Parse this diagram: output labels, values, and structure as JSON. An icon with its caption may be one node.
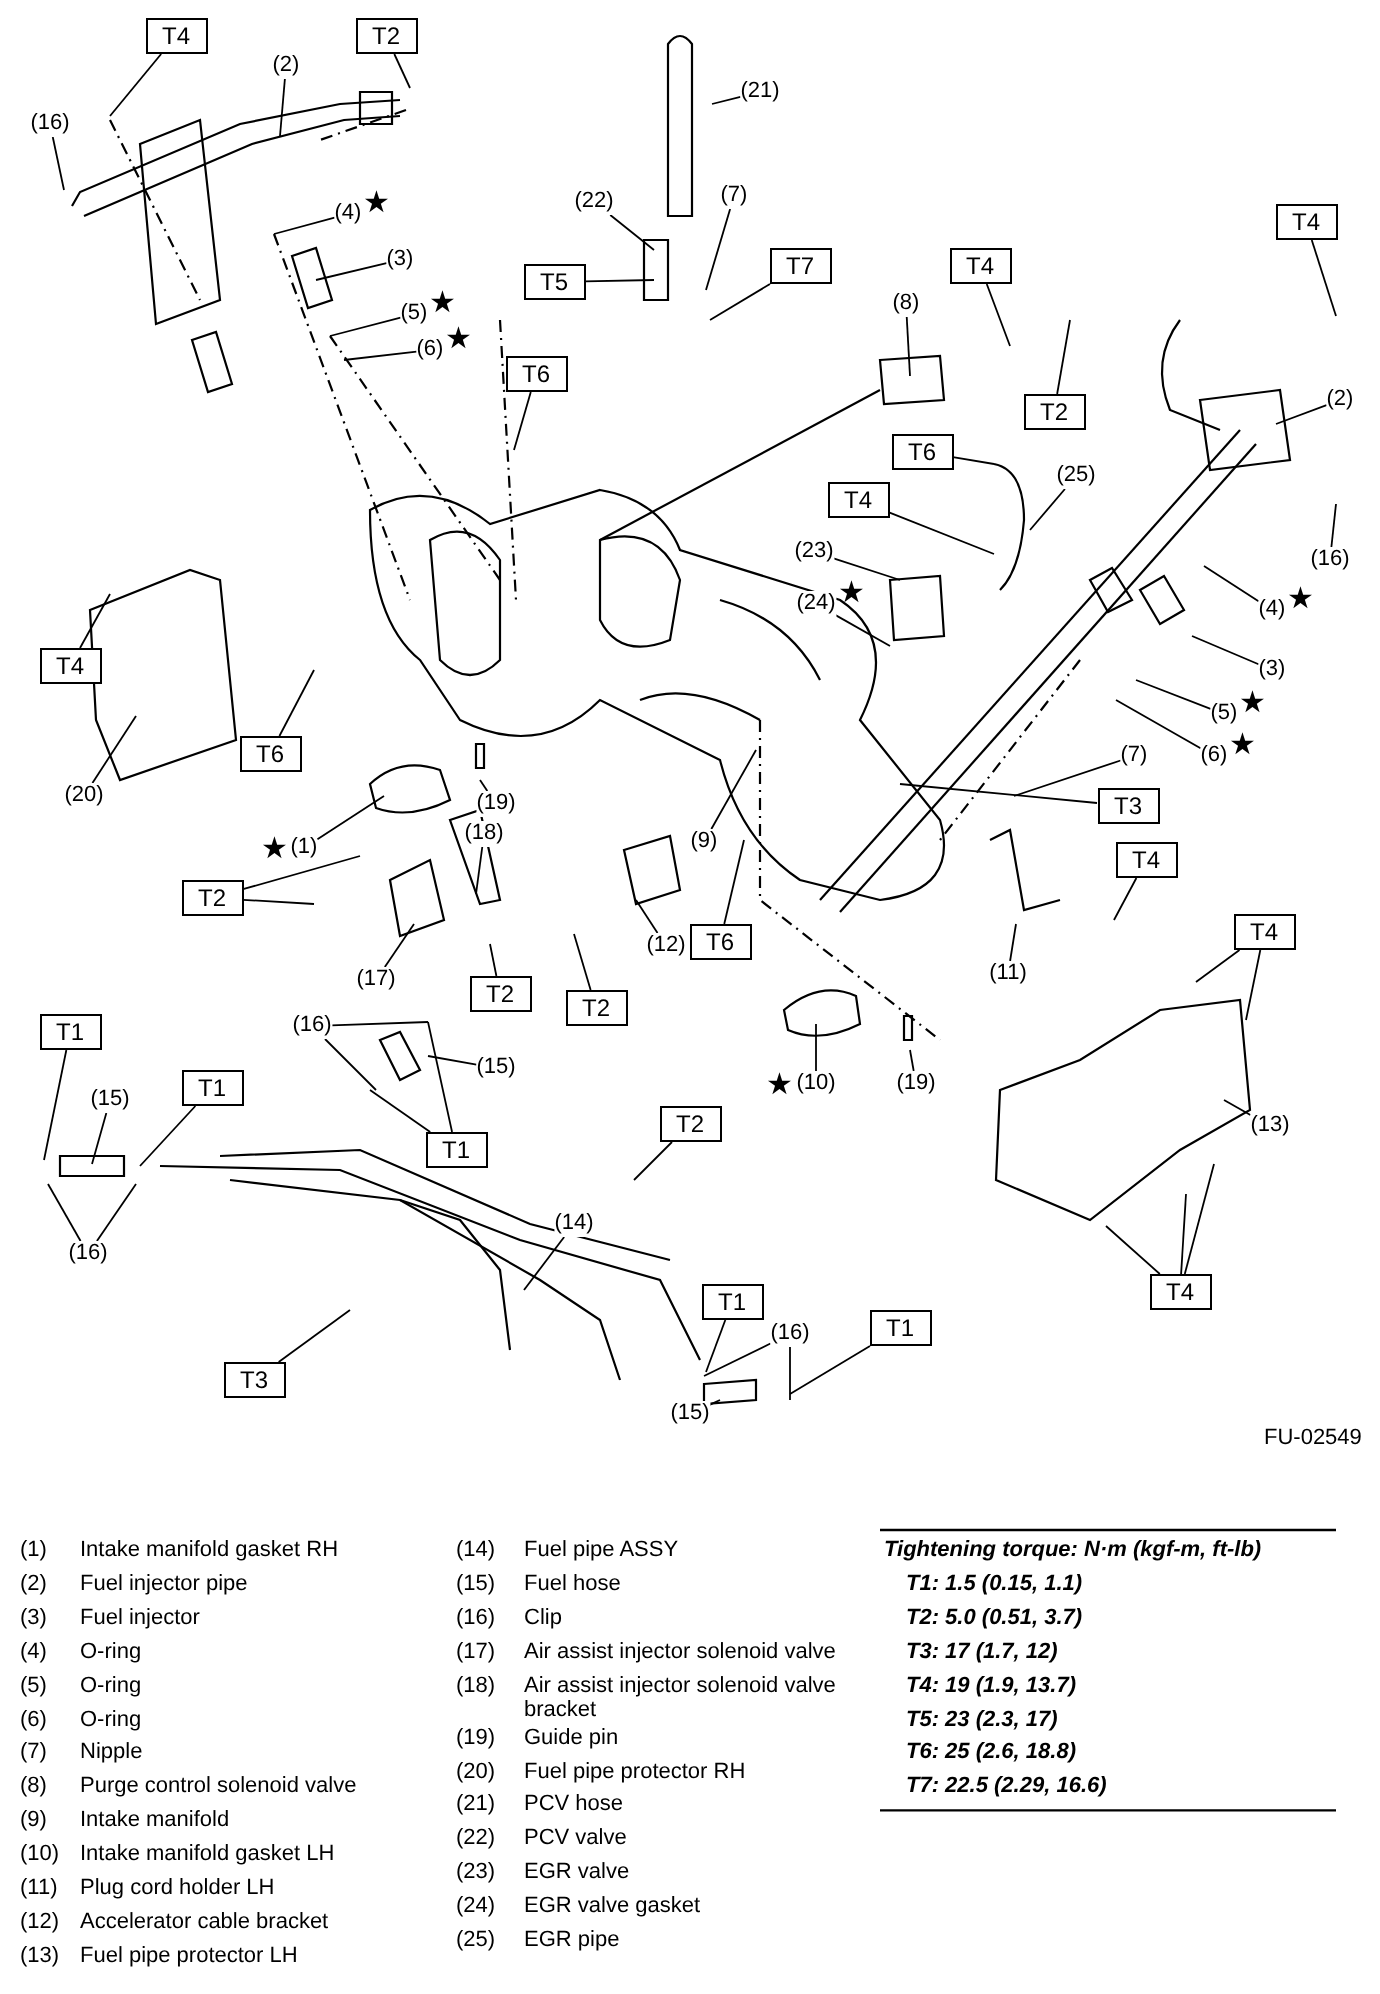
{
  "diagram": {
    "nodes": [
      {
        "text": [
          "T4"
        ]
      },
      {
        "text": [
          "T2"
        ]
      },
      {
        "text": [
          "T5"
        ]
      },
      {
        "text": [
          "T7"
        ]
      },
      {
        "text": [
          "T4"
        ]
      },
      {
        "text": [
          "T4"
        ]
      },
      {
        "text": [
          "T2"
        ]
      },
      {
        "text": [
          "T6"
        ]
      },
      {
        "text": [
          "T6"
        ]
      },
      {
        "text": [
          "T4"
        ]
      },
      {
        "text": [
          "T4"
        ]
      },
      {
        "text": [
          "T6"
        ]
      },
      {
        "text": [
          "T2"
        ]
      },
      {
        "text": [
          "T2"
        ]
      },
      {
        "text": [
          "T2"
        ]
      },
      {
        "text": [
          "T6"
        ]
      },
      {
        "text": [
          "T3"
        ]
      },
      {
        "text": [
          "T4"
        ]
      },
      {
        "text": [
          "T4"
        ]
      },
      {
        "text": [
          "T4"
        ]
      },
      {
        "text": [
          "T1"
        ]
      },
      {
        "text": [
          "T1"
        ]
      },
      {
        "text": [
          "T1"
        ]
      },
      {
        "text": [
          "T2"
        ]
      },
      {
        "text": [
          "T3"
        ]
      },
      {
        "text": [
          "T1"
        ]
      },
      {
        "text": [
          "T1"
        ]
      },
      {
        "text": [
          "(2)"
        ]
      },
      {
        "text": [
          "(16)"
        ]
      },
      {
        "text": [
          "(4)"
        ],
        "beside": [
          "★"
        ]
      },
      {
        "text": [
          "(3)"
        ]
      },
      {
        "text": [
          "(5)"
        ],
        "beside": [
          "★"
        ]
      },
      {
        "text": [
          "(6)"
        ],
        "beside": [
          "★"
        ]
      },
      {
        "text": [
          "(21)"
        ]
      },
      {
        "text": [
          "(22)"
        ]
      },
      {
        "text": [
          "(7)"
        ]
      },
      {
        "text": [
          "(8)"
        ]
      },
      {
        "text": [
          "(25)"
        ]
      },
      {
        "text": [
          "(23)"
        ]
      },
      {
        "text": [
          "(24)"
        ],
        "beside": [
          "★"
        ]
      },
      {
        "text": [
          "(2)"
        ]
      },
      {
        "text": [
          "(16)"
        ]
      },
      {
        "text": [
          "(4)"
        ],
        "beside": [
          "★"
        ]
      },
      {
        "text": [
          "(3)"
        ]
      },
      {
        "text": [
          "(5)"
        ],
        "beside": [
          "★"
        ]
      },
      {
        "text": [
          "(6)"
        ],
        "beside": [
          "★"
        ]
      },
      {
        "text": [
          "(20)"
        ]
      },
      {
        "text": [
          "(1)"
        ],
        "beside": [
          "★"
        ]
      },
      {
        "text": [
          "(19)"
        ]
      },
      {
        "text": [
          "(18)"
        ]
      },
      {
        "text": [
          "(17)"
        ]
      },
      {
        "text": [
          "(9)"
        ]
      },
      {
        "text": [
          "(12)"
        ]
      },
      {
        "text": [
          "(7)"
        ]
      },
      {
        "text": [
          "(11)"
        ]
      },
      {
        "text": [
          "(10)"
        ],
        "beside": [
          "★"
        ]
      },
      {
        "text": [
          "(19)"
        ]
      },
      {
        "text": [
          "(13)"
        ]
      },
      {
        "text": [
          "(16)"
        ]
      },
      {
        "text": [
          "(15)"
        ]
      },
      {
        "text": [
          "(15)"
        ]
      },
      {
        "text": [
          "(16)"
        ]
      },
      {
        "text": [
          "(14)"
        ]
      },
      {
        "text": [
          "(16)"
        ]
      },
      {
        "text": [
          "(15)"
        ]
      }
    ],
    "edges": [
      {
        "from": 0,
        "to": null,
        "arrow": "none"
      },
      {
        "from": 1,
        "to": null,
        "arrow": "none"
      },
      {
        "from": 2,
        "to": null,
        "arrow": "none"
      },
      {
        "from": 3,
        "to": null,
        "arrow": "none"
      },
      {
        "from": 4,
        "to": null,
        "arrow": "none"
      },
      {
        "from": 5,
        "to": null,
        "arrow": "none"
      },
      {
        "from": 6,
        "to": null,
        "arrow": "none"
      },
      {
        "from": 7,
        "to": null,
        "arrow": "none"
      },
      {
        "from": 8,
        "to": null,
        "arrow": "none"
      },
      {
        "from": 9,
        "to": null,
        "arrow": "none"
      },
      {
        "from": 10,
        "to": null,
        "arrow": "none"
      },
      {
        "from": 11,
        "to": null,
        "arrow": "none"
      },
      {
        "from": 12,
        "to": null,
        "arrow": "none"
      },
      {
        "from": 12,
        "to": null,
        "arrow": "none"
      },
      {
        "from": 13,
        "to": null,
        "arrow": "none"
      },
      {
        "from": 14,
        "to": null,
        "arrow": "none"
      },
      {
        "from": 15,
        "to": null,
        "arrow": "none"
      },
      {
        "from": 16,
        "to": null,
        "arrow": "none"
      },
      {
        "from": 17,
        "to": null,
        "arrow": "none"
      },
      {
        "from": 18,
        "to": null,
        "arrow": "none"
      },
      {
        "from": 18,
        "to": null,
        "arrow": "none"
      },
      {
        "from": 19,
        "to": null,
        "arrow": "none"
      },
      {
        "from": 19,
        "to": null,
        "arrow": "none"
      },
      {
        "from": 19,
        "to": null,
        "arrow": "none"
      },
      {
        "from": 20,
        "to": null,
        "arrow": "none"
      },
      {
        "from": 21,
        "to": null,
        "arrow": "none"
      },
      {
        "from": 22,
        "to": null,
        "arrow": "none"
      },
      {
        "from": 22,
        "to": null,
        "arrow": "none"
      },
      {
        "from": 23,
        "to": null,
        "arrow": "none"
      },
      {
        "from": 24,
        "to": null,
        "arrow": "none"
      },
      {
        "from": 25,
        "to": null,
        "arrow": "none"
      },
      {
        "from": 26,
        "to": null,
        "arrow": "none"
      },
      {
        "from": 27,
        "to": null,
        "arrow": "none"
      },
      {
        "from": 28,
        "to": null,
        "arrow": "none"
      },
      {
        "from": 29,
        "to": null,
        "arrow": "none"
      },
      {
        "from": 30,
        "to": null,
        "arrow": "none"
      },
      {
        "from": 31,
        "to": null,
        "arrow": "none"
      },
      {
        "from": 32,
        "to": null,
        "arrow": "none"
      },
      {
        "from": 33,
        "to": null,
        "arrow": "none"
      },
      {
        "from": 34,
        "to": null,
        "arrow": "none"
      },
      {
        "from": 35,
        "to": null,
        "arrow": "none"
      },
      {
        "from": 36,
        "to": null,
        "arrow": "none"
      },
      {
        "from": 37,
        "to": null,
        "arrow": "none"
      },
      {
        "from": 38,
        "to": null,
        "arrow": "none"
      },
      {
        "from": 39,
        "to": null,
        "arrow": "none"
      },
      {
        "from": 40,
        "to": null,
        "arrow": "none"
      },
      {
        "from": 41,
        "to": null,
        "arrow": "none"
      },
      {
        "from": 42,
        "to": null,
        "arrow": "none"
      },
      {
        "from": 43,
        "to": null,
        "arrow": "none"
      },
      {
        "from": 44,
        "to": null,
        "arrow": "none"
      },
      {
        "from": 45,
        "to": null,
        "arrow": "none"
      },
      {
        "from": 46,
        "to": null,
        "arrow": "none"
      },
      {
        "from": 47,
        "to": null,
        "arrow": "none"
      },
      {
        "from": 48,
        "to": null,
        "arrow": "none"
      },
      {
        "from": 49,
        "to": null,
        "arrow": "none"
      },
      {
        "from": 50,
        "to": null,
        "arrow": "none"
      },
      {
        "from": 51,
        "to": null,
        "arrow": "none"
      },
      {
        "from": 52,
        "to": null,
        "arrow": "none"
      },
      {
        "from": 53,
        "to": null,
        "arrow": "none"
      },
      {
        "from": 54,
        "to": null,
        "arrow": "none"
      },
      {
        "from": 55,
        "to": null,
        "arrow": "none"
      },
      {
        "from": 56,
        "to": null,
        "arrow": "none"
      },
      {
        "from": 57,
        "to": null,
        "arrow": "none"
      },
      {
        "from": 58,
        "to": null,
        "arrow": "none"
      },
      {
        "from": 58,
        "to": null,
        "arrow": "none"
      },
      {
        "from": 59,
        "to": null,
        "arrow": "none"
      },
      {
        "from": 60,
        "to": null,
        "arrow": "none"
      },
      {
        "from": 61,
        "to": null,
        "arrow": "none"
      },
      {
        "from": 61,
        "to": null,
        "arrow": "none"
      },
      {
        "from": 62,
        "to": null,
        "arrow": "none"
      },
      {
        "from": 63,
        "to": null,
        "arrow": "none"
      },
      {
        "from": 63,
        "to": null,
        "arrow": "none"
      },
      {
        "from": 64,
        "to": null,
        "arrow": "none"
      }
    ],
    "labels": [
      "FU-02549",
      "(1)",
      "Intake manifold gasket RH",
      "(14)",
      "Fuel pipe ASSY",
      "Tightening torque: N·m (kgf-m, ft-lb)",
      "(2)",
      "Fuel injector pipe",
      "(15)",
      "Fuel hose",
      "T1: 1.5 (0.15, 1.1)",
      "(3)",
      "Fuel injector",
      "(16)",
      "Clip",
      "T2: 5.0 (0.51, 3.7)",
      "(4)",
      "O-ring",
      "(17)",
      "Air assist injector solenoid valve",
      "T3: 17 (1.7, 12)",
      "(5)",
      "O-ring",
      "(18)",
      "Air assist injector solenoid valve bracket",
      "T4: 19 (1.9, 13.7)",
      "(6)",
      "O-ring",
      "T5: 23 (2.3, 17)",
      "(7)",
      "Nipple",
      "(19)",
      "Guide pin",
      "T6: 25 (2.6, 18.8)",
      "(8)",
      "Purge control solenoid valve",
      "(20)",
      "Fuel pipe protector RH",
      "T7: 22.5 (2.29, 16.6)",
      "(9)",
      "Intake manifold",
      "(21)",
      "PCV hose",
      "(10)",
      "Intake manifold gasket LH",
      "(22)",
      "PCV valve",
      "(11)",
      "Plug cord holder LH",
      "(23)",
      "EGR valve",
      "(12)",
      "Accelerator cable bracket",
      "(24)",
      "EGR valve gasket",
      "(13)",
      "Fuel pipe protector LH",
      "(25)",
      "EGR pipe"
    ]
  }
}
